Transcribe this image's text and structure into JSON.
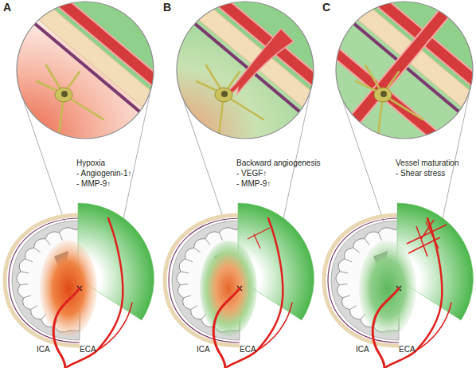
{
  "diagram": {
    "labels": [
      "A",
      "Hypoxia",
      "- Angiogenin-1↑",
      "- MMP-9↑",
      "ICA",
      "ECA",
      "B",
      "Backward angiogenesis",
      "- VEGF↑",
      "- MMP-9↑",
      "ICA",
      "ECA",
      "C",
      "Vessel maturation",
      "- Shear stress",
      "ICA",
      "ECA"
    ]
  }
}
